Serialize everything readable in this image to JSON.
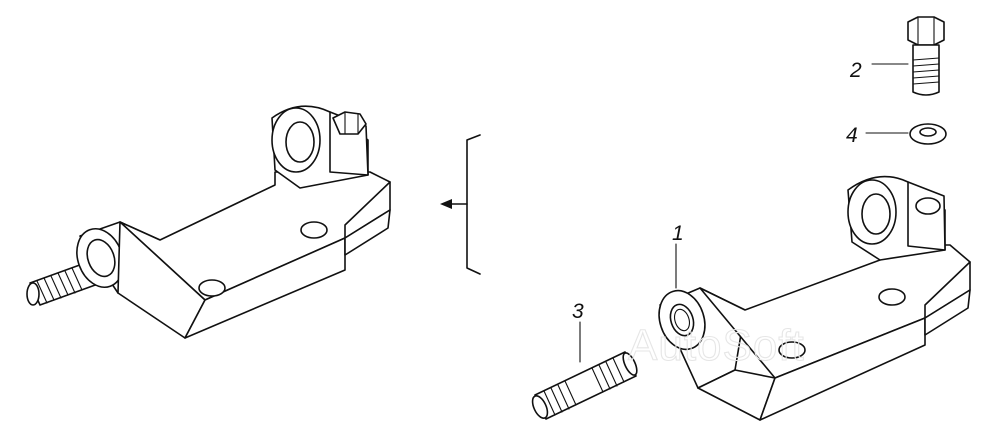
{
  "callouts": {
    "part1": "1",
    "part2": "2",
    "part3": "3",
    "part4": "4"
  },
  "watermark": "AutoSoft"
}
